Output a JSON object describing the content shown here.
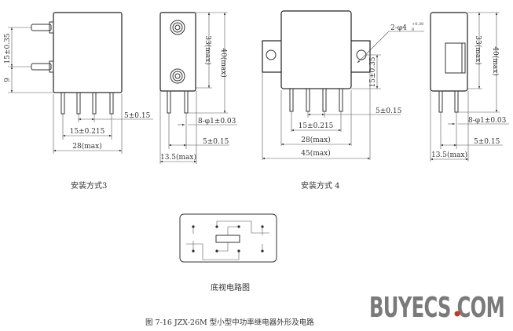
{
  "view3": {
    "dim_stud_spacing": "15±0.35",
    "dim_stud_bottom": "9",
    "dim_pin_pitch": "5±0.15",
    "dim_pin_span": "15±0.215",
    "dim_width": "28(max)",
    "side_height_body": "33(max)",
    "side_height_total": "40(max)",
    "side_pin_dia": "8-φ1±0.03",
    "side_pin_pitch": "5±0.15",
    "side_depth": "13.5(max)",
    "caption": "安装方式3"
  },
  "view4": {
    "hole_label": "2-φ4",
    "hole_tol_upper": "+0.30",
    "hole_tol_lower": "0",
    "dim_hole_height": "15±0.35",
    "dim_pin_pitch": "5±0.15",
    "dim_pin_span": "15±0.215",
    "dim_width": "28(max)",
    "dim_flange_width": "45(max)",
    "side_height_body": "33(max)",
    "side_height_total": "40(max)",
    "side_pin_dia": "8-φ1±0.03",
    "side_pin_pitch": "5±0.15",
    "side_depth": "13.5(max)",
    "caption": "安装方式 4"
  },
  "circuit": {
    "caption": "底视电路图"
  },
  "figure_caption": "图 7-16    JZX-26M 型小型中功率继电器外形及电路",
  "watermark": {
    "text": "BUYECS.COM",
    "color": "#7a7a7a",
    "dot_color": "#c0392b"
  }
}
